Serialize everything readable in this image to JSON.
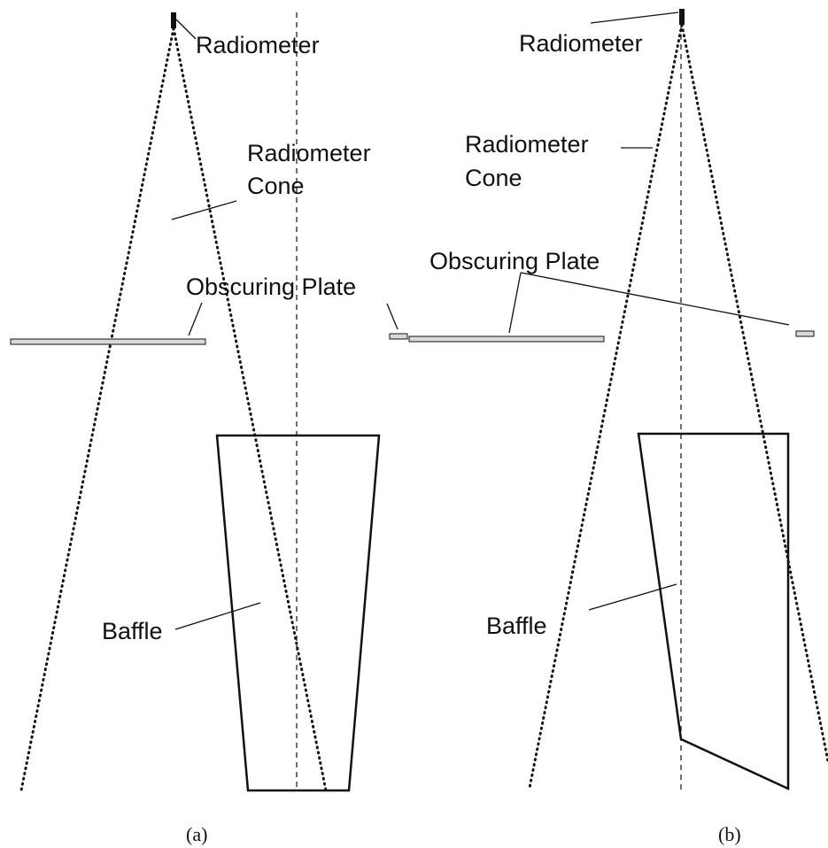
{
  "panels": [
    {
      "caption": "(a)",
      "labels": {
        "radiometer": "Radiometer",
        "cone_line1": "Radiometer",
        "cone_line2": "Cone",
        "plate": "Obscuring Plate",
        "baffle": "Baffle"
      }
    },
    {
      "caption": "(b)",
      "labels": {
        "radiometer": "Radiometer",
        "cone_line1": "Radiometer",
        "cone_line2": "Cone",
        "plate": "Obscuring Plate",
        "baffle": "Baffle"
      }
    }
  ],
  "colors": {
    "line": "#111111",
    "plate_fill": "#d9d9d9",
    "background": "#ffffff"
  }
}
